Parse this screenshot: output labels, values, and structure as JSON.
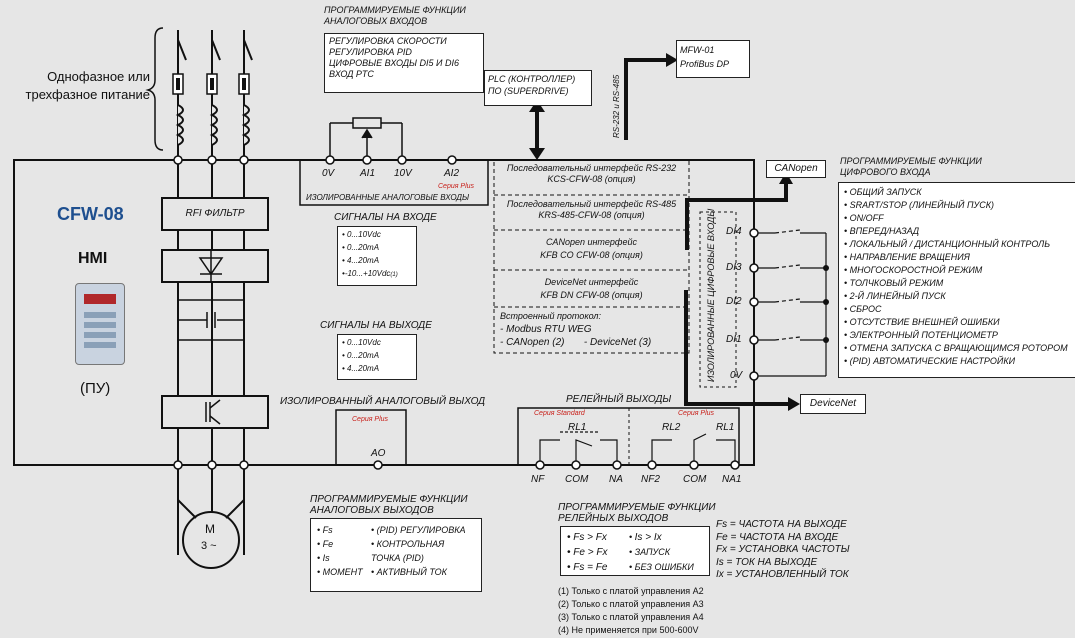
{
  "power_label": "Однофазное или\nтрехфазное питание",
  "device_name": "CFW-08",
  "hmi_label": "HMI",
  "pu_label": "(ПУ)",
  "rfi_label": "RFI ФИЛЬТР",
  "motor": {
    "label": "M",
    "phase": "3 ~"
  },
  "analog_in": {
    "title": "ПРОГРАММИРУЕМЫЕ ФУНКЦИИ\nАНАЛОГОВЫХ ВХОДОВ",
    "items": [
      "РЕГУЛИРОВКА СКОРОСТИ",
      "РЕГУЛИРОВКА PID",
      "ЦИФРОВЫЕ ВХОДЫ DI5 И DI6",
      "ВХОД PTC"
    ],
    "terminals": [
      "0V",
      "AI1",
      "10V",
      "AI2"
    ],
    "series_plus": "Серия Plus",
    "isolated": "ИЗОЛИРОВАННЫЕ АНАЛОГОВЫЕ ВХОДЫ"
  },
  "signals_in": {
    "title": "СИГНАЛЫ НА ВХОДЕ",
    "items": [
      "0...10Vdc",
      "0...20mA",
      "4...20mA",
      "-10...+10Vdc"
    ],
    "footnote": "(1)"
  },
  "signals_out": {
    "title": "СИГНАЛЫ НА ВЫХОДЕ",
    "items": [
      "0...10Vdc",
      "0...20mA",
      "4...20mA"
    ]
  },
  "analog_out": {
    "title": "ИЗОЛИРОВАННЫЙ АНАЛОГОВЫЙ ВЫХОД",
    "series": "Серия Plus",
    "terminal": "AO"
  },
  "plc": "PLC (КОНТРОЛЛЕР)\nПО (SUPERDRIVE)",
  "mfw": "MFW-01\nProfiBus DP",
  "rs_label": "RS-232 и RS-485",
  "comm": {
    "rs232": [
      "Последовательный интерфейс RS-232",
      "KCS-CFW-08 (опция)"
    ],
    "rs485": [
      "Последовательный интерфейс RS-485",
      "KRS-485-CFW-08 (опция)"
    ],
    "canopen": [
      "CANopen интерфейс",
      "KFB CO CFW-08 (опция)"
    ],
    "devicenet": [
      "DeviceNet интерфейс",
      "KFB DN CFW-08 (опция)"
    ],
    "builtin_title": "Встроенный протокол:",
    "builtin_1": "- Modbus RTU WEG",
    "builtin_2a": "- CANopen (2)",
    "builtin_2b": "- DeviceNet (3)"
  },
  "canopen_box": "CANopen",
  "devicenet_box": "DeviceNet",
  "digital_in": {
    "title": "ПРОГРАММИРУЕМЫЕ ФУНКЦИИ\nЦИФРОВОГО ВХОДА",
    "items": [
      "ОБЩИЙ ЗАПУСК",
      "SRART/STOP (ЛИНЕЙНЫЙ ПУСК)",
      "ON/OFF",
      "ВПЕРЕД/НАЗАД",
      "ЛОКАЛЬНЫЙ / ДИСТАНЦИОННЫЙ КОНТРОЛЬ",
      "НАПРАВЛЕНИЕ ВРАЩЕНИЯ",
      "МНОГОСКОРОСТНОЙ РЕЖИМ",
      "ТОЛЧКОВЫЙ РЕЖИМ",
      "2-Й ЛИНЕЙНЫЙ ПУСК",
      "СБРОС",
      "ОТСУТСТВИЕ ВНЕШНЕЙ ОШИБКИ",
      "ЭЛЕКТРОННЫЙ ПОТЕНЦИОМЕТР",
      "ОТМЕНА ЗАПУСКА С ВРАЩАЮЩИМСЯ РОТОРОМ",
      "(PID) АВТОМАТИЧЕСКИЕ НАСТРОЙКИ"
    ],
    "terminals": [
      "DI4",
      "DI3",
      "DI2",
      "DI1",
      "0V"
    ],
    "isolated": "ИЗОЛИРОВАННЫЕ ЦИФРОВЫЕ ВХОДЫ"
  },
  "relay": {
    "title": "РЕЛЕЙНЫЙ ВЫХОДЫ",
    "series_standard": "Серия Standard",
    "series_plus": "Серия Plus",
    "rl1": "RL1",
    "rl2": "RL2",
    "terminals": [
      "NF",
      "COM",
      "NA",
      "NF2",
      "COM",
      "NA1"
    ]
  },
  "analog_funcs": {
    "title": "ПРОГРАММИРУЕМЫЕ ФУНКЦИИ\nАНАЛОГОВЫХ ВЫХОДОВ",
    "col1": [
      "Fs",
      "Fe",
      "Is",
      "МОМЕНТ"
    ],
    "col2": [
      "(PID) РЕГУЛИРОВКА",
      "КОНТРОЛЬНАЯ\nТОЧКА (PID)",
      "АКТИВНЫЙ ТОК"
    ]
  },
  "relay_funcs": {
    "title": "ПРОГРАММИРУЕМЫЕ ФУНКЦИИ\nРЕЛЕЙНЫХ ВЫХОДОВ",
    "col1": [
      "Fs > Fx",
      "Fe > Fx",
      "Fs = Fe"
    ],
    "col2": [
      "Is > Ix",
      "ЗАПУСК",
      "БЕЗ ОШИБКИ"
    ]
  },
  "legend": [
    "Fs = ЧАСТОТА НА ВЫХОДЕ",
    "Fe = ЧАСТОТА НА ВХОДЕ",
    "Fx = УСТАНОВКА ЧАСТОТЫ",
    "Is = ТОК НА ВЫХОДЕ",
    "Ix = УСТАНОВЛЕННЫЙ ТОК"
  ],
  "footnotes": [
    "(1) Только с платой управления A2",
    "(2) Только с платой управления A3",
    "(3) Только с платой управления A4",
    "(4) Не применяется при 500-600V"
  ]
}
